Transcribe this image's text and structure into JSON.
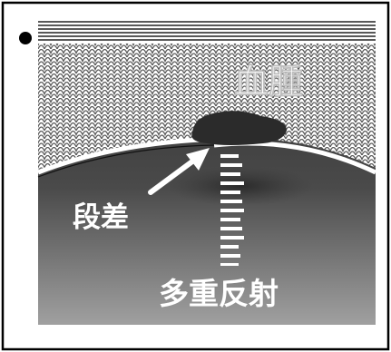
{
  "labels": {
    "hematoma": "血腫",
    "step": "段差",
    "reverberation": "多重反射"
  },
  "colors": {
    "frame": "#000000",
    "background": "#ffffff",
    "hatch": "#5a5a5a",
    "tissue_dark": "#3a3a3a",
    "tissue_light": "#9a9a9a",
    "hematoma_fill": "#2b2b2b",
    "echo_line": "#ffffff"
  },
  "markers": {
    "orientation_dot": "orientation-dot",
    "arrow": "arrow-icon"
  }
}
